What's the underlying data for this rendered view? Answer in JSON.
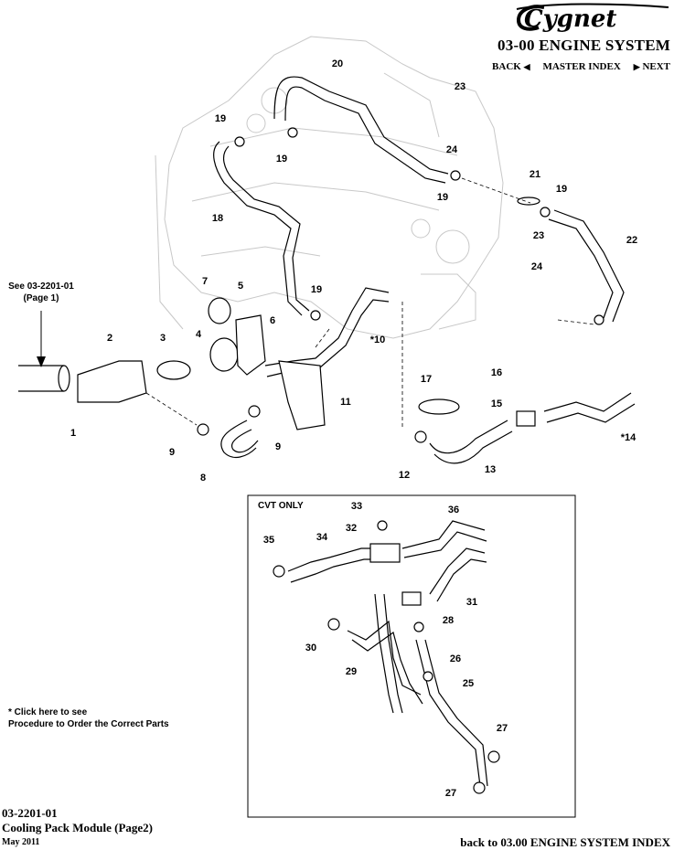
{
  "header": {
    "brand": "Cygnet",
    "section_title": "03-00 ENGINE SYSTEM",
    "nav": {
      "back": "BACK",
      "master_index": "MASTER INDEX",
      "next": "NEXT"
    }
  },
  "diagram": {
    "see_reference": [
      "See 03-2201-01",
      "(Page 1)"
    ],
    "cvt_box_label": "CVT ONLY",
    "callouts": [
      "1",
      "2",
      "3",
      "4",
      "5",
      "6",
      "7",
      "*10",
      "11",
      "8",
      "9",
      "9",
      "12",
      "13",
      "*14",
      "15",
      "16",
      "17",
      "18",
      "19",
      "19",
      "19",
      "19",
      "19",
      "20",
      "21",
      "22",
      "23",
      "23",
      "24",
      "24",
      "25",
      "26",
      "27",
      "27",
      "28",
      "29",
      "30",
      "31",
      "32",
      "33",
      "34",
      "35",
      "36"
    ]
  },
  "notes": {
    "click_note": [
      "* Click here to see",
      "Procedure to Order the Correct Parts"
    ]
  },
  "footer": {
    "doc_code": "03-2201-01",
    "doc_title": "Cooling Pack Module (Page2)",
    "date": "May 2011",
    "back_index": "back to 03.00 ENGINE SYSTEM INDEX"
  }
}
